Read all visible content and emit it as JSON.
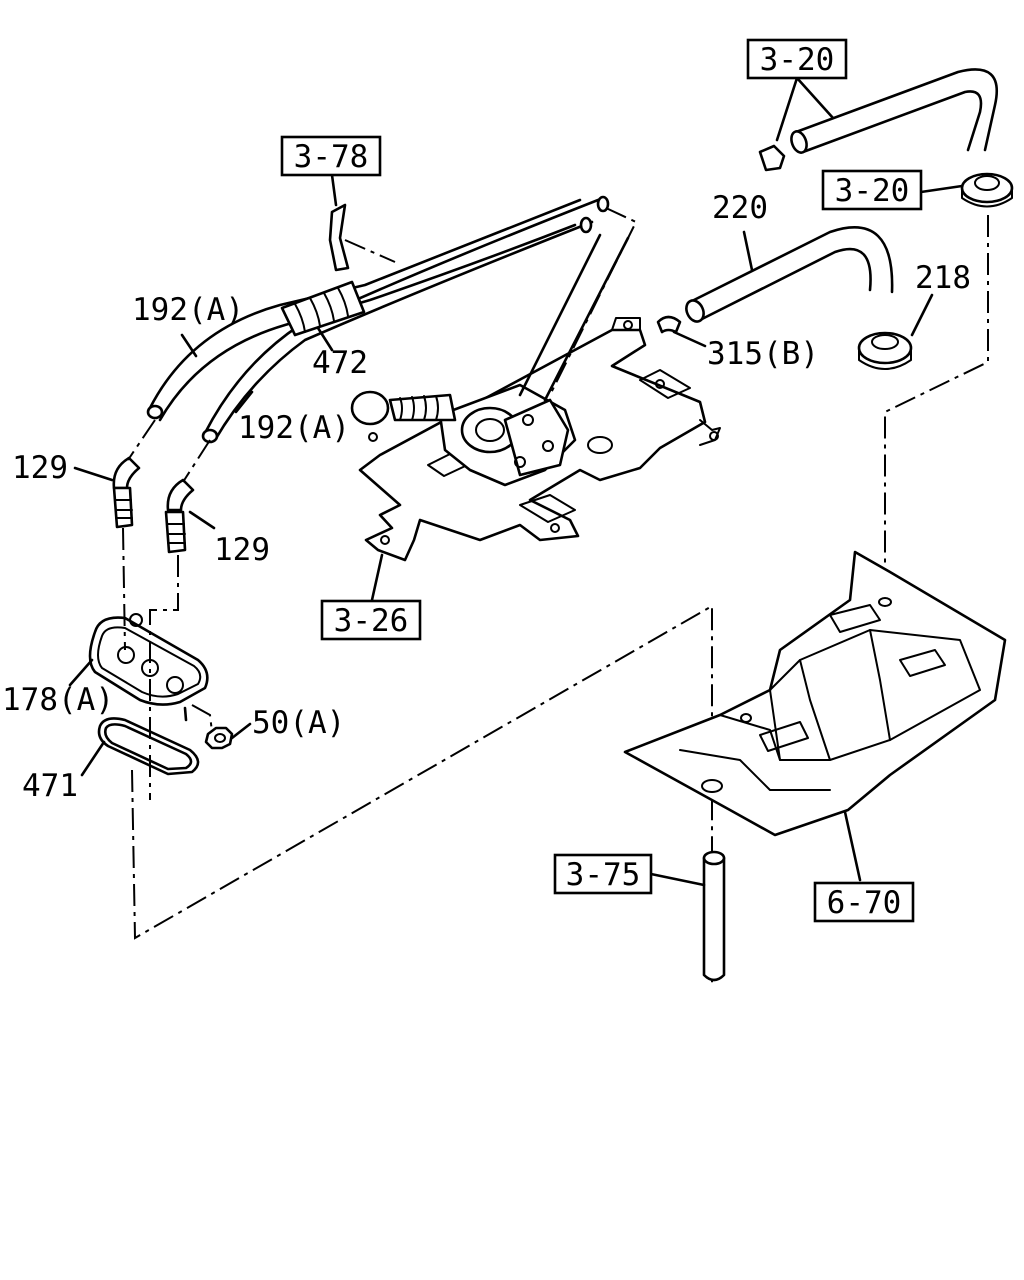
{
  "labels": {
    "ref_3_20_top": "3-20",
    "ref_3_20_mid": "3-20",
    "ref_3_78": "3-78",
    "ref_3_26": "3-26",
    "ref_3_75": "3-75",
    "ref_6_70": "6-70",
    "part_220": "220",
    "part_218": "218",
    "part_315b": "315(B)",
    "part_192a_upper": "192(A)",
    "part_192a_lower": "192(A)",
    "part_472": "472",
    "part_129_left": "129",
    "part_129_right": "129",
    "part_178a": "178(A)",
    "part_50a": "50(A)",
    "part_471": "471"
  }
}
